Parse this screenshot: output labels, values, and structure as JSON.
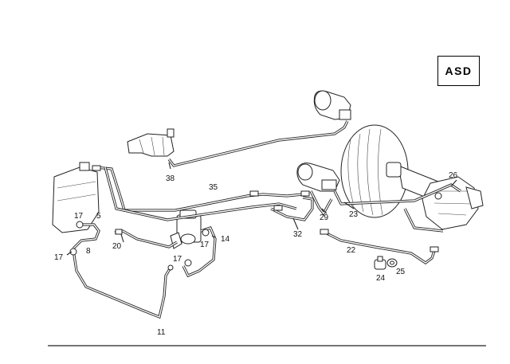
{
  "badge": {
    "text": "ASD"
  },
  "callouts": {
    "c38": "38",
    "c35": "35",
    "c26": "26",
    "c17a": "17",
    "c5": "5",
    "c8": "8",
    "c17b": "17",
    "c20": "20",
    "c17c": "17",
    "c17d": "17",
    "c14": "14",
    "c32": "32",
    "c29": "29",
    "c23": "23",
    "c22": "22",
    "c24": "24",
    "c25": "25",
    "c11": "11"
  }
}
